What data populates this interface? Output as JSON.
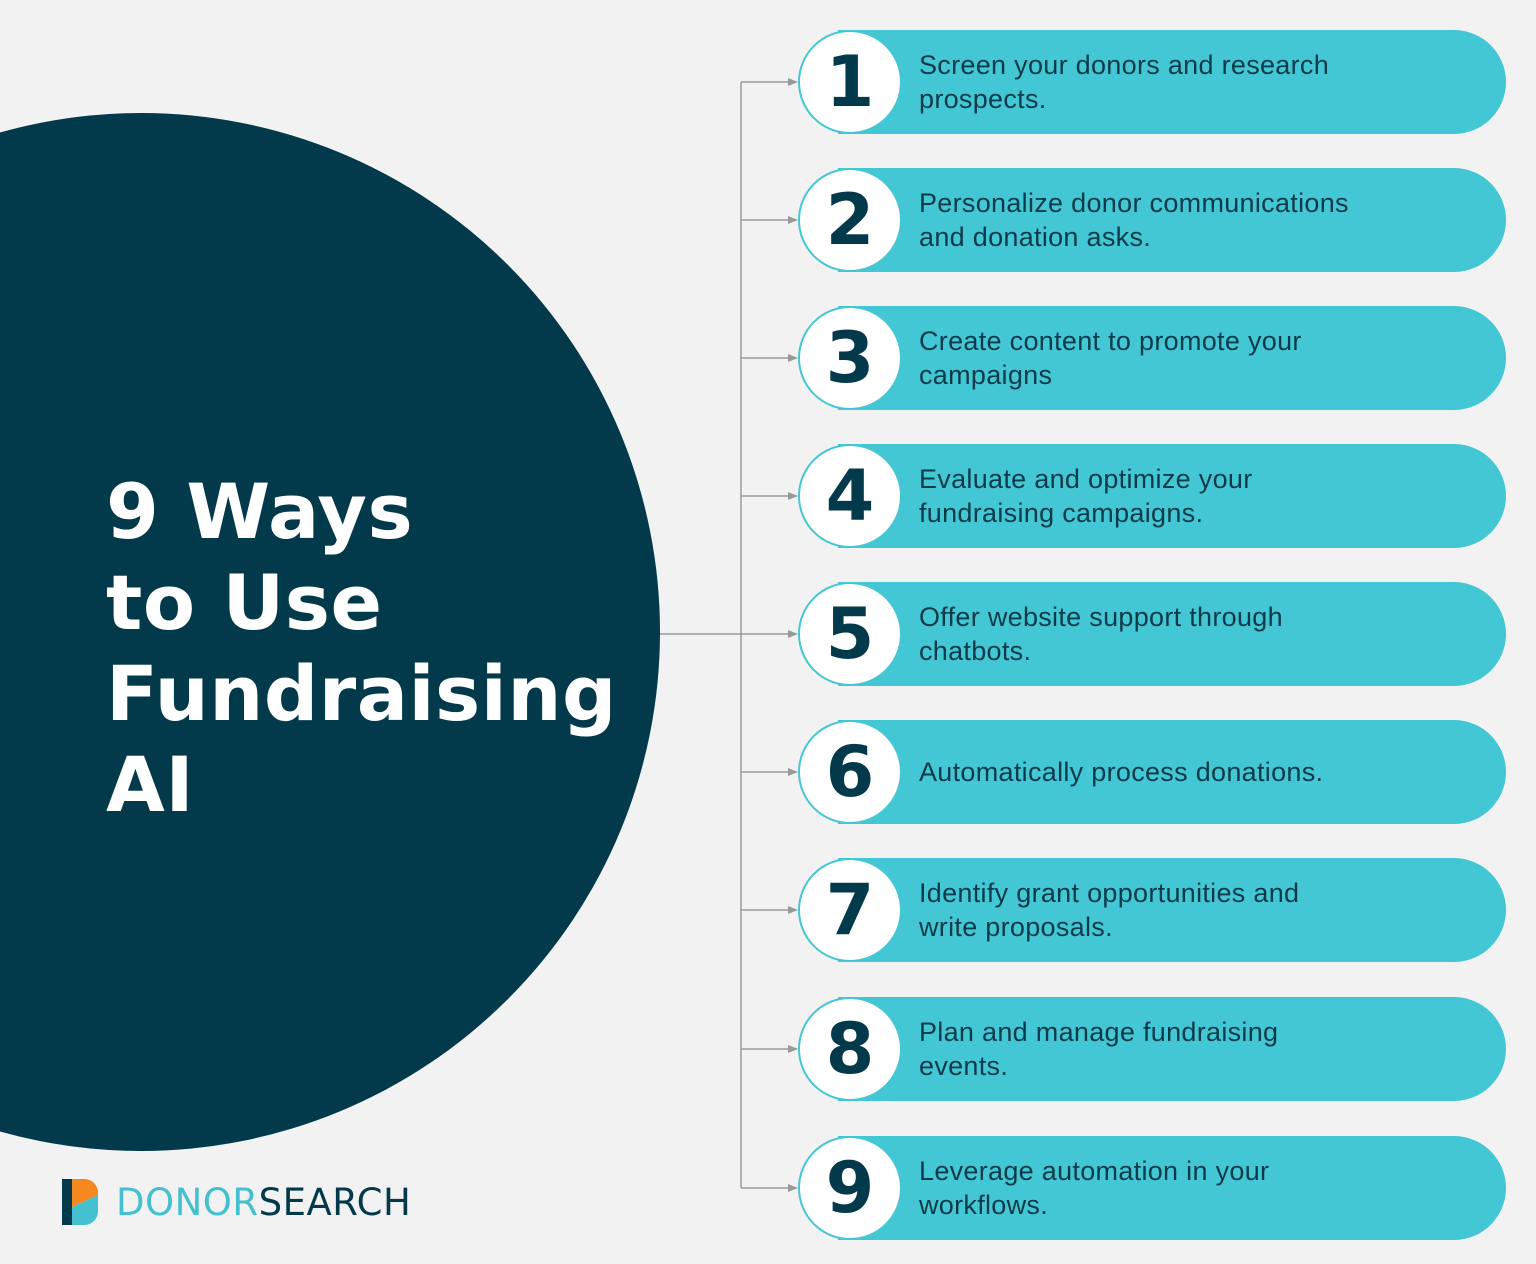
{
  "title": {
    "lines": [
      "9 Ways",
      "to Use",
      "Fundraising",
      "AI"
    ]
  },
  "items": [
    {
      "number": "1",
      "lines": [
        "Screen your donors and research",
        "prospects."
      ]
    },
    {
      "number": "2",
      "lines": [
        "Personalize donor communications",
        "and donation asks."
      ]
    },
    {
      "number": "3",
      "lines": [
        "Create content to promote your",
        "campaigns"
      ]
    },
    {
      "number": "4",
      "lines": [
        "Evaluate and optimize your",
        "fundraising campaigns."
      ]
    },
    {
      "number": "5",
      "lines": [
        "Offer website support through",
        "chatbots."
      ]
    },
    {
      "number": "6",
      "lines": [
        "Automatically process donations."
      ]
    },
    {
      "number": "7",
      "lines": [
        "Identify grant opportunities and",
        "write proposals."
      ]
    },
    {
      "number": "8",
      "lines": [
        "Plan and manage fundraising",
        "events."
      ]
    },
    {
      "number": "9",
      "lines": [
        "Leverage automation in your",
        "workflows."
      ]
    }
  ],
  "logo": {
    "part1": "DONOR",
    "part2": "SEARCH",
    "icon": "donorsearch-d-logo-icon"
  },
  "colors": {
    "background": "#f2f2f2",
    "navy": "#023a4b",
    "teal": "#44c7d4",
    "orange": "#f5891f",
    "connector": "#999999"
  }
}
